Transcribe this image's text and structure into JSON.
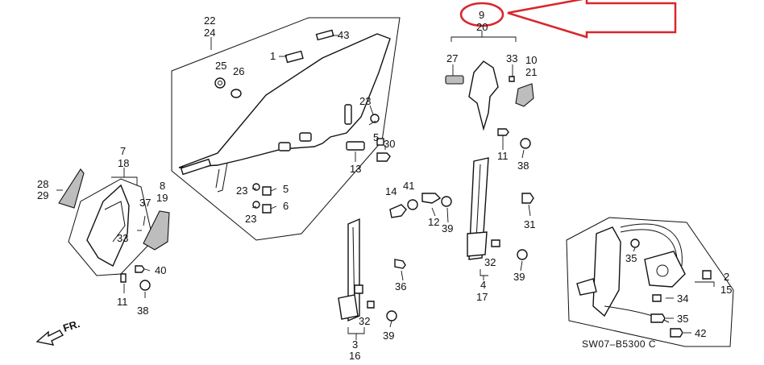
{
  "diagram": {
    "callouts": {
      "c22": "22",
      "c24": "24",
      "c43": "43",
      "c1": "1",
      "c25": "25",
      "c26": "26",
      "c23a": "23",
      "c5a": "5",
      "c30": "30",
      "c13": "13",
      "c23b": "23",
      "c5b": "5",
      "c23c": "23",
      "c6": "6",
      "c9": "9",
      "c20": "20",
      "c27": "27",
      "c33a": "33",
      "c10": "10",
      "c21": "21",
      "c11a": "11",
      "c38a": "38",
      "c7": "7",
      "c18": "18",
      "c28": "28",
      "c29": "29",
      "c8": "8",
      "c19": "19",
      "c37": "37",
      "c33b": "33",
      "c40": "40",
      "c11b": "11",
      "c38b": "38",
      "c14": "14",
      "c41": "41",
      "c12": "12",
      "c39a": "39",
      "c31": "31",
      "c32a": "32",
      "c4": "4",
      "c17": "17",
      "c39b": "39",
      "c36": "36",
      "c32b": "32",
      "c39c": "39",
      "c3": "3",
      "c16": "16",
      "c35a": "35",
      "c2": "2",
      "c15": "15",
      "c34": "34",
      "c35b": "35",
      "c42": "42"
    },
    "front_marker": "FR.",
    "drawing_code": "SW07–B5300 C",
    "highlight_color": "#d9262b"
  }
}
